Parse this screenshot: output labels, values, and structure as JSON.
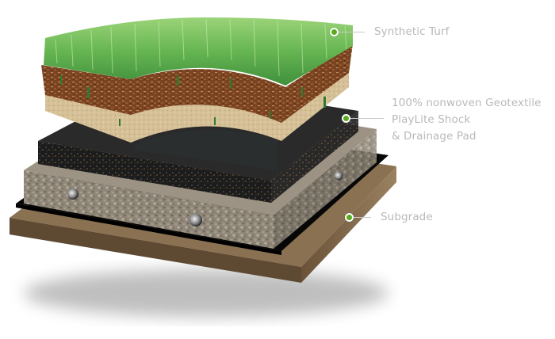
{
  "diagram": {
    "type": "layered-cross-section",
    "layers_top_to_bottom": [
      {
        "id": "synthetic-turf",
        "label": "Synthetic Turf",
        "color": "#6fbf55"
      },
      {
        "id": "infill",
        "label": "",
        "color": "#7a4a25"
      },
      {
        "id": "sand",
        "label": "",
        "color": "#d9c49a"
      },
      {
        "id": "geotextile",
        "label": "100% nonwoven Geotextile",
        "color": "#2e2e2e"
      },
      {
        "id": "shock-pad",
        "label": "PlayLite Shock & Drainage Pad",
        "color": "#1d1d1d"
      },
      {
        "id": "aggregate",
        "label": "",
        "color": "#8c8476"
      },
      {
        "id": "membrane",
        "label": "",
        "color": "#0a0a0a"
      },
      {
        "id": "subgrade",
        "label": "Subgrade",
        "color": "#7a6446"
      }
    ]
  },
  "labels": {
    "turf": "Synthetic Turf",
    "geotextile_line1": "100% nonwoven Geotextile",
    "geotextile_line2": "PlayLite Shock",
    "geotextile_line3": "& Drainage Pad",
    "subgrade": "Subgrade"
  },
  "colors": {
    "marker": "#5aab1f",
    "label_text": "#b9b9b9",
    "leader_line": "#c8c8c8"
  }
}
